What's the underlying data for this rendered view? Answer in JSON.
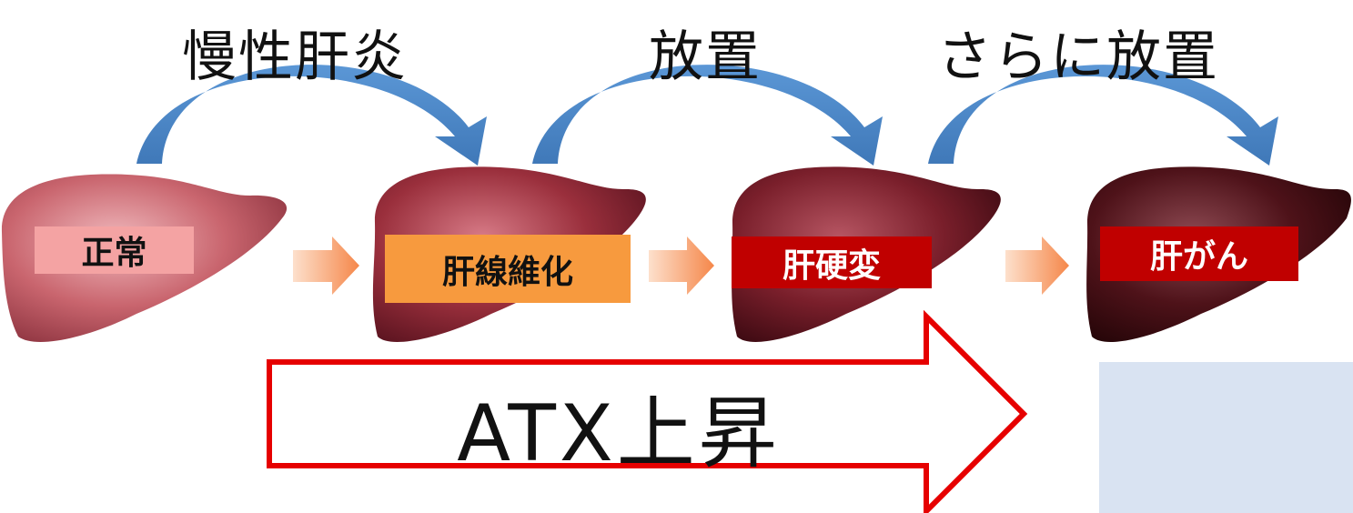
{
  "progression_labels": {
    "step1": "慢性肝炎",
    "step2": "放置",
    "step3": "さらに放置"
  },
  "stages": [
    {
      "label": "正常",
      "label_bg": "#f4a3a3",
      "label_color": "#111111"
    },
    {
      "label": "肝線維化",
      "label_bg": "#f79a3e",
      "label_color": "#111111"
    },
    {
      "label": "肝硬変",
      "label_bg": "#c00000",
      "label_color": "#ffffff"
    },
    {
      "label": "肝がん",
      "label_bg": "#c00000",
      "label_color": "#ffffff"
    }
  ],
  "atx": {
    "label": "ATX上昇",
    "outline_color": "#e60000"
  },
  "colors": {
    "curved_arrow": "#4a86c8",
    "small_arrow": "#f59a5a",
    "liver_normal": "#c9656e",
    "liver_fibrosis": "#9a2f3c",
    "liver_cirrhosis": "#7a1f2b",
    "liver_cancer": "#4e1219",
    "placeholder_box": "#d9e3f2"
  }
}
